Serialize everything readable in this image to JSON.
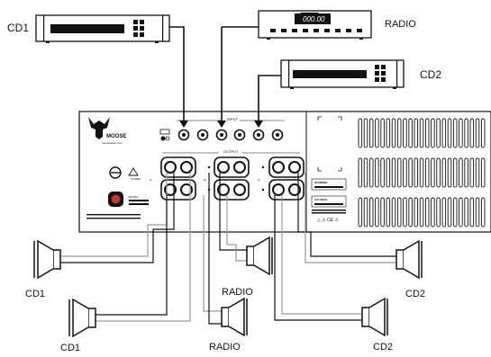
{
  "sources": [
    {
      "id": "cd1",
      "label": "CD1",
      "display": ""
    },
    {
      "id": "radio",
      "label": "RADIO",
      "display": "000.00"
    },
    {
      "id": "cd2",
      "label": "CD2",
      "display": ""
    }
  ],
  "amplifier": {
    "brand": "MOOSE",
    "tagline": "mooseaudio.com",
    "input_label": "INPUT",
    "output_label": "OUTPUT",
    "power_label": "POWER",
    "warning_label": "WARNING",
    "caution_label": "CAUTION",
    "model_text": "MODEL",
    "cert_marks": "△ ⚠ CE ⚠"
  },
  "speakers": [
    {
      "label": "CD1",
      "row": "upper"
    },
    {
      "label": "RADIO",
      "row": "upper"
    },
    {
      "label": "CD2",
      "row": "upper"
    },
    {
      "label": "CD1",
      "row": "lower"
    },
    {
      "label": "RADIO",
      "row": "lower"
    },
    {
      "label": "CD2",
      "row": "lower"
    }
  ],
  "colors": {
    "line": "#111111",
    "wire_grey": "#9a9a9a",
    "panel": "#ffffff",
    "accent_red": "#c0392b"
  }
}
